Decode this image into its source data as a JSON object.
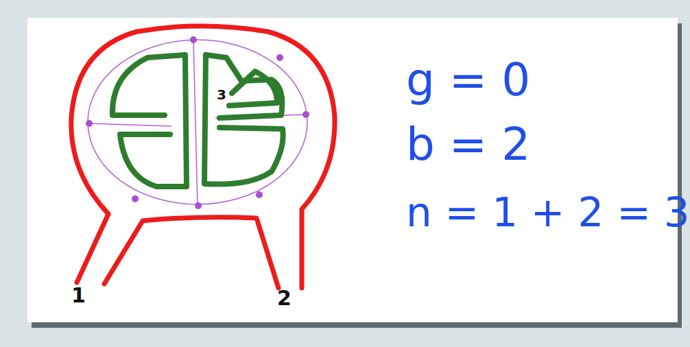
{
  "diagram": {
    "labels": [
      "1",
      "2",
      "3",
      "g = 0",
      "b = 2",
      "n = 1 + 2 = 3"
    ]
  }
}
